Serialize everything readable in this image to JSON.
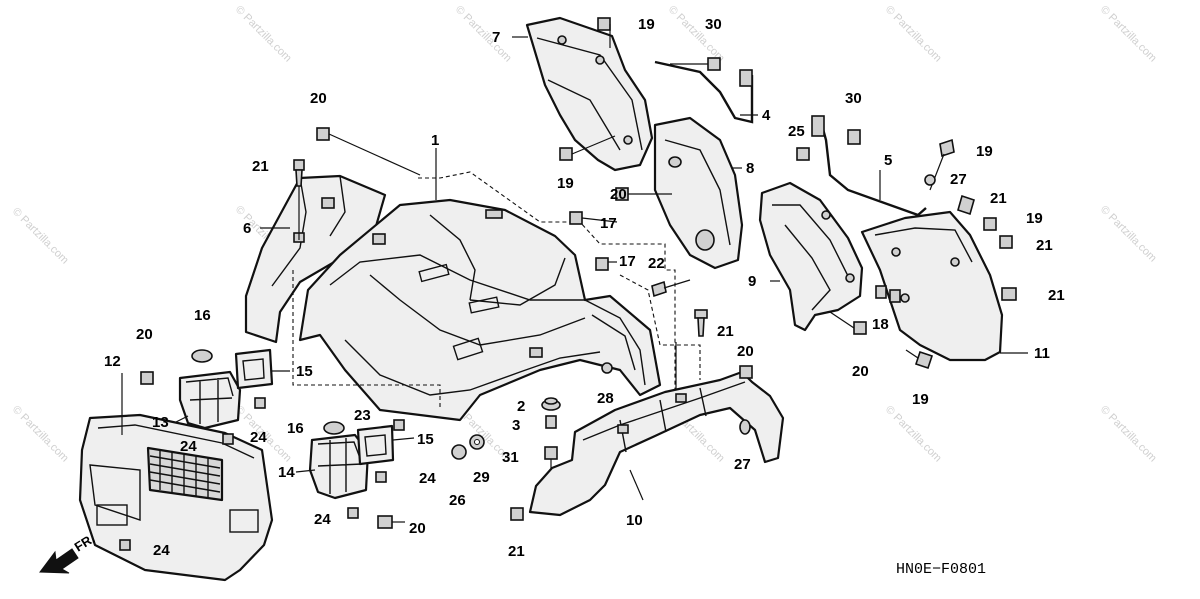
{
  "diagram": {
    "code": "HN0E−F0801",
    "front_arrow_label": "FR.",
    "watermark": "© Partzilla.com",
    "callouts": {
      "c1": "1",
      "c2": "2",
      "c3": "3",
      "c4": "4",
      "c5": "5",
      "c6": "6",
      "c7": "7",
      "c8": "8",
      "c9": "9",
      "c10": "10",
      "c11": "11",
      "c12": "12",
      "c13": "13",
      "c14": "14",
      "c15a": "15",
      "c15b": "15",
      "c16a": "16",
      "c16b": "16",
      "c17a": "17",
      "c17b": "17",
      "c18": "18",
      "c19a": "19",
      "c19b": "19",
      "c19c": "19",
      "c19d": "19",
      "c19e": "19",
      "c20a": "20",
      "c20b": "20",
      "c20c": "20",
      "c20d": "20",
      "c20e": "20",
      "c20f": "20",
      "c21a": "21",
      "c21b": "21",
      "c21c": "21",
      "c21d": "21",
      "c21e": "21",
      "c21f": "21",
      "c22": "22",
      "c23": "23",
      "c24a": "24",
      "c24b": "24",
      "c24c": "24",
      "c24d": "24",
      "c24e": "24",
      "c25": "25",
      "c26": "26",
      "c27a": "27",
      "c27b": "27",
      "c28": "28",
      "c29": "29",
      "c30a": "30",
      "c30b": "30",
      "c31": "31"
    }
  }
}
